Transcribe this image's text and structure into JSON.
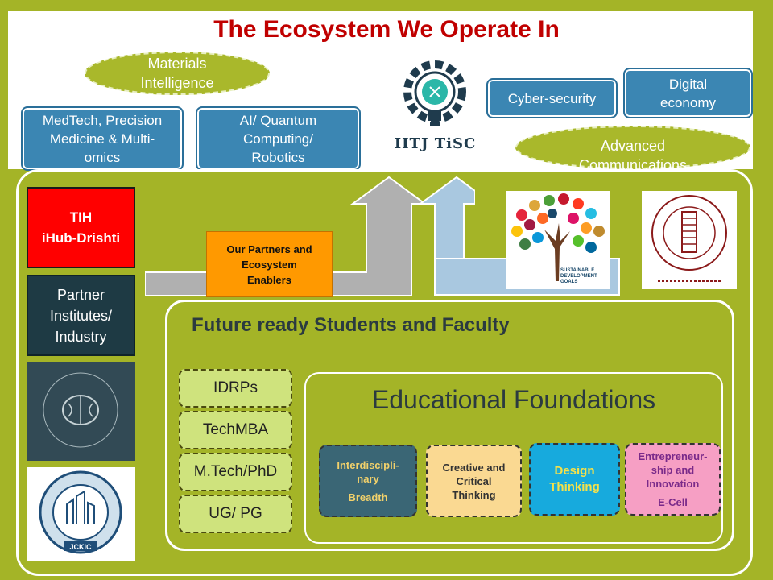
{
  "title": "The Ecosystem We Operate In",
  "colors": {
    "frame": "#a4b427",
    "title": "#c00000",
    "blue_box": "#3b86b3",
    "tih": "#ff0000",
    "partner": "#1e3a44",
    "orange": "#ff9900"
  },
  "top": {
    "materials": [
      "Materials",
      "Intelligence"
    ],
    "medtech": [
      "MedTech,  Precision",
      "Medicine & Multi-",
      "omics"
    ],
    "ai": [
      "AI/ Quantum",
      "Computing/",
      "Robotics"
    ],
    "cyber": "Cyber-security",
    "digital": [
      "Digital",
      "economy"
    ],
    "advanced": [
      "Advanced",
      "Communications"
    ],
    "logo_text": "IITJ TiSC"
  },
  "left": {
    "tih": [
      "TIH",
      "iHub-Drishti"
    ],
    "partner": [
      "Partner",
      "Institutes/",
      "Industry"
    ],
    "tech_park_logo": "TECHNOLOGY PARK IIT JODHPUR",
    "jckic_logo": "Jodhpur City Knowledge and Innovation Cluster JCKIC"
  },
  "partners_box": [
    "Our Partners and",
    "Ecosystem",
    "Enablers"
  ],
  "sdg_logo": "SUSTAINABLE DEVELOPMENT GOALS",
  "iitj_seal": "Indian Institute of Technology Jodhpur",
  "future": "Future ready Students and Faculty",
  "programs": [
    "IDRPs",
    "TechMBA",
    "M.Tech/PhD",
    "UG/ PG"
  ],
  "edu": {
    "title": "Educational Foundations",
    "cards": [
      {
        "lines": [
          "Interdiscipli-",
          "nary",
          "Breadth"
        ]
      },
      {
        "lines": [
          "Creative and",
          "Critical",
          "Thinking"
        ]
      },
      {
        "lines": [
          "Design",
          "Thinking"
        ]
      },
      {
        "lines": [
          "Entrepreneur-",
          "ship and",
          "Innovation",
          "E-Cell"
        ]
      }
    ]
  }
}
